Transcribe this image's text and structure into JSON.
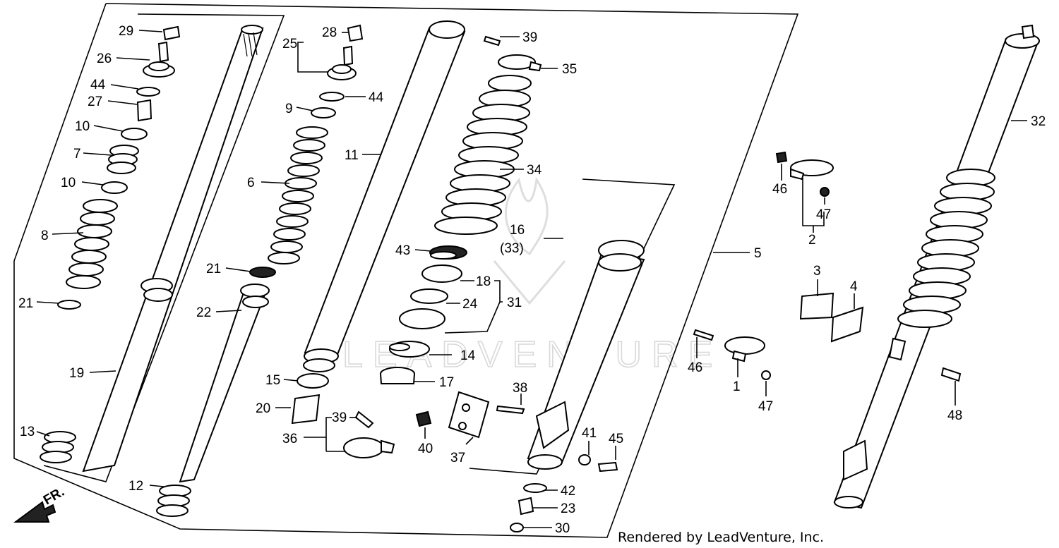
{
  "credit": "Rendered by LeadVenture, Inc.",
  "watermark": "LEADVENTURE",
  "front_marker": "FR.",
  "callouts": [
    {
      "id": "c29",
      "text": "29"
    },
    {
      "id": "c26",
      "text": "26"
    },
    {
      "id": "c44a",
      "text": "44"
    },
    {
      "id": "c27",
      "text": "27"
    },
    {
      "id": "c10a",
      "text": "10"
    },
    {
      "id": "c7",
      "text": "7"
    },
    {
      "id": "c10b",
      "text": "10"
    },
    {
      "id": "c8",
      "text": "8"
    },
    {
      "id": "c21a",
      "text": "21"
    },
    {
      "id": "c19",
      "text": "19"
    },
    {
      "id": "c13",
      "text": "13"
    },
    {
      "id": "c12",
      "text": "12"
    },
    {
      "id": "c28",
      "text": "28"
    },
    {
      "id": "c25",
      "text": "25"
    },
    {
      "id": "c44b",
      "text": "44"
    },
    {
      "id": "c9",
      "text": "9"
    },
    {
      "id": "c6",
      "text": "6"
    },
    {
      "id": "c21b",
      "text": "21"
    },
    {
      "id": "c22",
      "text": "22"
    },
    {
      "id": "c11",
      "text": "11"
    },
    {
      "id": "c15",
      "text": "15"
    },
    {
      "id": "c20",
      "text": "20"
    },
    {
      "id": "c39a",
      "text": "39"
    },
    {
      "id": "c36",
      "text": "36"
    },
    {
      "id": "c39b",
      "text": "39"
    },
    {
      "id": "c35",
      "text": "35"
    },
    {
      "id": "c34",
      "text": "34"
    },
    {
      "id": "c43",
      "text": "43"
    },
    {
      "id": "c18",
      "text": "18"
    },
    {
      "id": "c24",
      "text": "24"
    },
    {
      "id": "c31",
      "text": "31"
    },
    {
      "id": "c14",
      "text": "14"
    },
    {
      "id": "c17",
      "text": "17"
    },
    {
      "id": "c38",
      "text": "38"
    },
    {
      "id": "c40",
      "text": "40"
    },
    {
      "id": "c37",
      "text": "37"
    },
    {
      "id": "c16",
      "text": "16"
    },
    {
      "id": "c33",
      "text": "(33)"
    },
    {
      "id": "c41",
      "text": "41"
    },
    {
      "id": "c45",
      "text": "45"
    },
    {
      "id": "c42",
      "text": "42"
    },
    {
      "id": "c23",
      "text": "23"
    },
    {
      "id": "c30",
      "text": "30"
    },
    {
      "id": "c5",
      "text": "5"
    },
    {
      "id": "c46a",
      "text": "46"
    },
    {
      "id": "c47a",
      "text": "47"
    },
    {
      "id": "c2",
      "text": "2"
    },
    {
      "id": "c3",
      "text": "3"
    },
    {
      "id": "c4",
      "text": "4"
    },
    {
      "id": "c46b",
      "text": "46"
    },
    {
      "id": "c1",
      "text": "1"
    },
    {
      "id": "c47b",
      "text": "47"
    },
    {
      "id": "c32",
      "text": "32"
    },
    {
      "id": "c48",
      "text": "48"
    }
  ]
}
